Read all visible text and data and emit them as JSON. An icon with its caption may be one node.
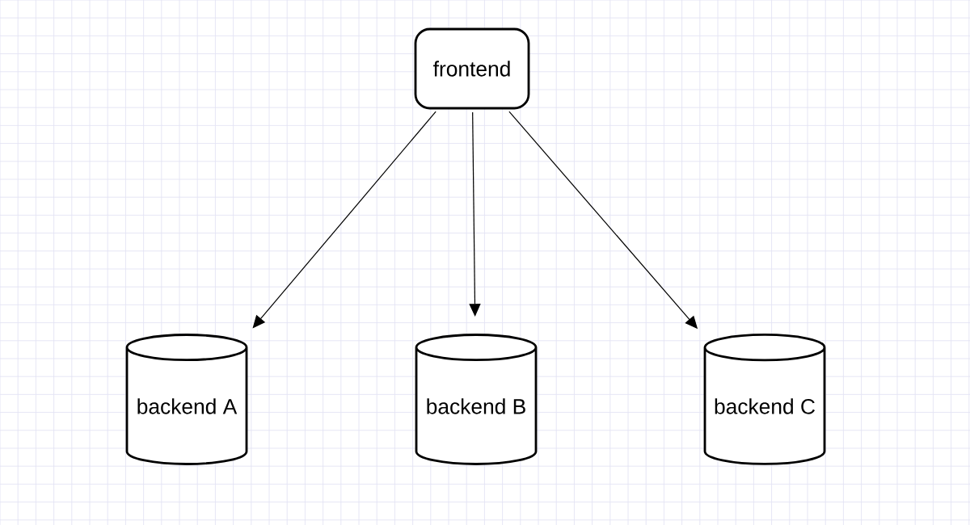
{
  "diagram": {
    "nodes": [
      {
        "text": [
          "frontend"
        ]
      },
      {
        "text": [
          "backend A"
        ]
      },
      {
        "text": [
          "backend B"
        ]
      },
      {
        "text": [
          "backend C"
        ]
      }
    ],
    "edges": [
      {
        "from": 0,
        "to": 1,
        "arrow": "to"
      },
      {
        "from": 0,
        "to": 2,
        "arrow": "to"
      },
      {
        "from": 0,
        "to": 3,
        "arrow": "to"
      }
    ]
  }
}
